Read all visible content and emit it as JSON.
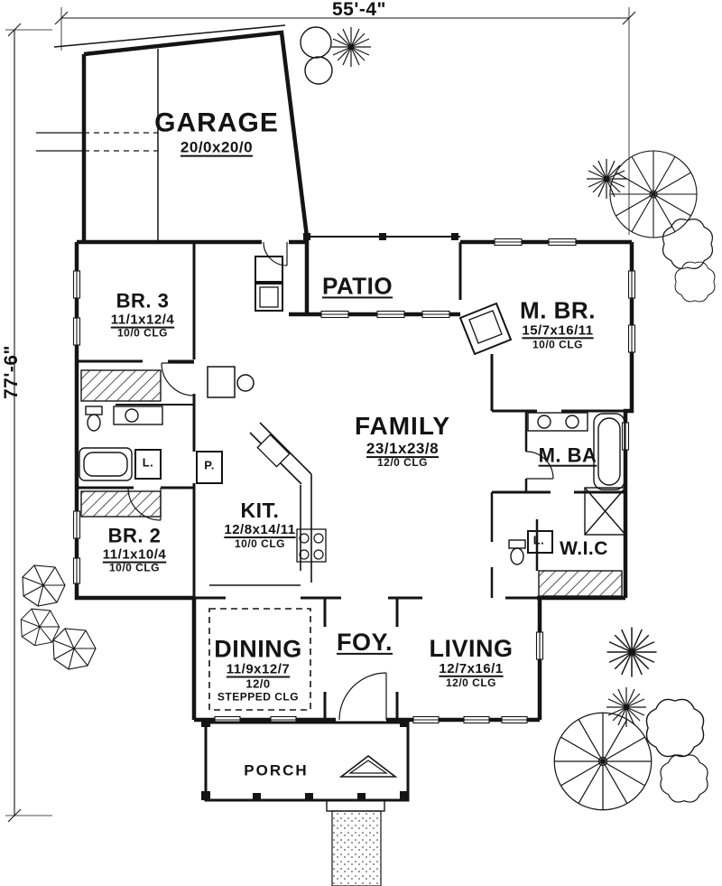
{
  "colors": {
    "ink": "#141414",
    "paper": "#ffffff"
  },
  "dimensions": {
    "top": "55'-4\"",
    "left": "77'-6\""
  },
  "rooms": {
    "garage": {
      "name": "GARAGE",
      "size": "20/0x20/0"
    },
    "patio": {
      "name": "PATIO"
    },
    "br3": {
      "name": "BR. 3",
      "size": "11/1x12/4",
      "ceiling": "10/0 CLG"
    },
    "mbr": {
      "name": "M. BR.",
      "size": "15/7x16/11",
      "ceiling": "10/0 CLG"
    },
    "family": {
      "name": "FAMILY",
      "size": "23/1x23/8",
      "ceiling": "12/0 CLG"
    },
    "mba": {
      "name": "M. BA"
    },
    "kit": {
      "name": "KIT.",
      "size": "12/8x14/11",
      "ceiling": "10/0 CLG"
    },
    "br2": {
      "name": "BR. 2",
      "size": "11/1x10/4",
      "ceiling": "10/0 CLG"
    },
    "wic": {
      "name": "W.I.C"
    },
    "dining": {
      "name": "DINING",
      "size": "11/9x12/7",
      "ceiling_a": "12/0",
      "ceiling_b": "STEPPED CLG"
    },
    "foyer": {
      "name": "FOY."
    },
    "living": {
      "name": "LIVING",
      "size": "12/7x16/1",
      "ceiling": "12/0 CLG"
    },
    "porch": {
      "name": "PORCH"
    }
  },
  "labels": {
    "laundry": "L.",
    "pantry": "P.",
    "linen": "L."
  }
}
